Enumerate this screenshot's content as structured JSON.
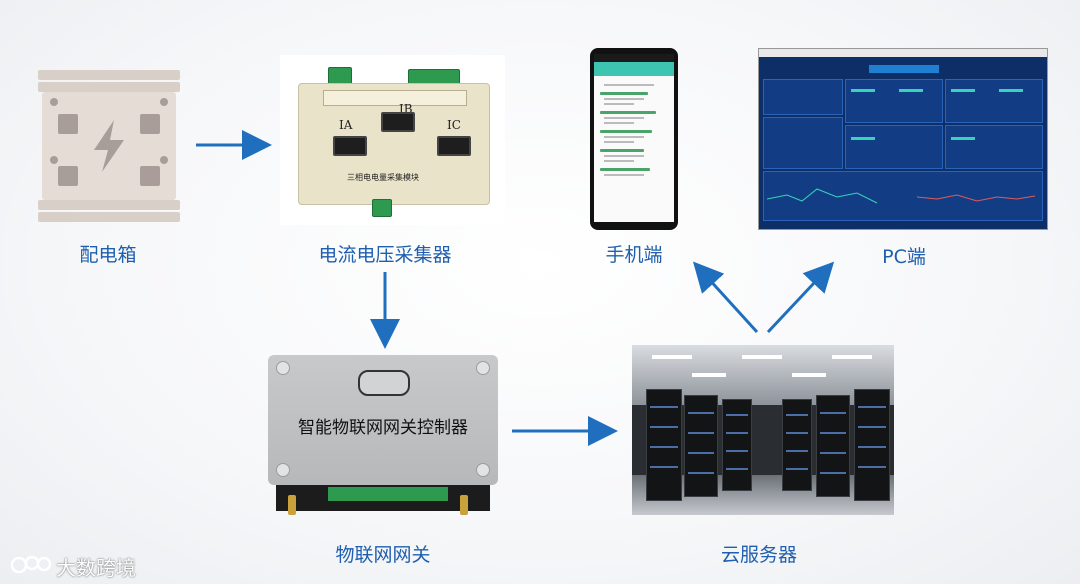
{
  "nodes": {
    "distribution_box": "配电箱",
    "collector": "电流电压采集器",
    "mobile": "手机端",
    "pc": "PC端",
    "gateway": "物联网网关",
    "cloud": "云服务器"
  },
  "collector_labels": {
    "ia": "IA",
    "ib": "IB",
    "ic": "IC",
    "caption": "三相电电量采集模块"
  },
  "gateway_panel_title": "智能物联网网关控制器",
  "watermark": "大数跨境",
  "colors": {
    "label": "#1f5fae",
    "arrow": "#1f6fbe"
  }
}
